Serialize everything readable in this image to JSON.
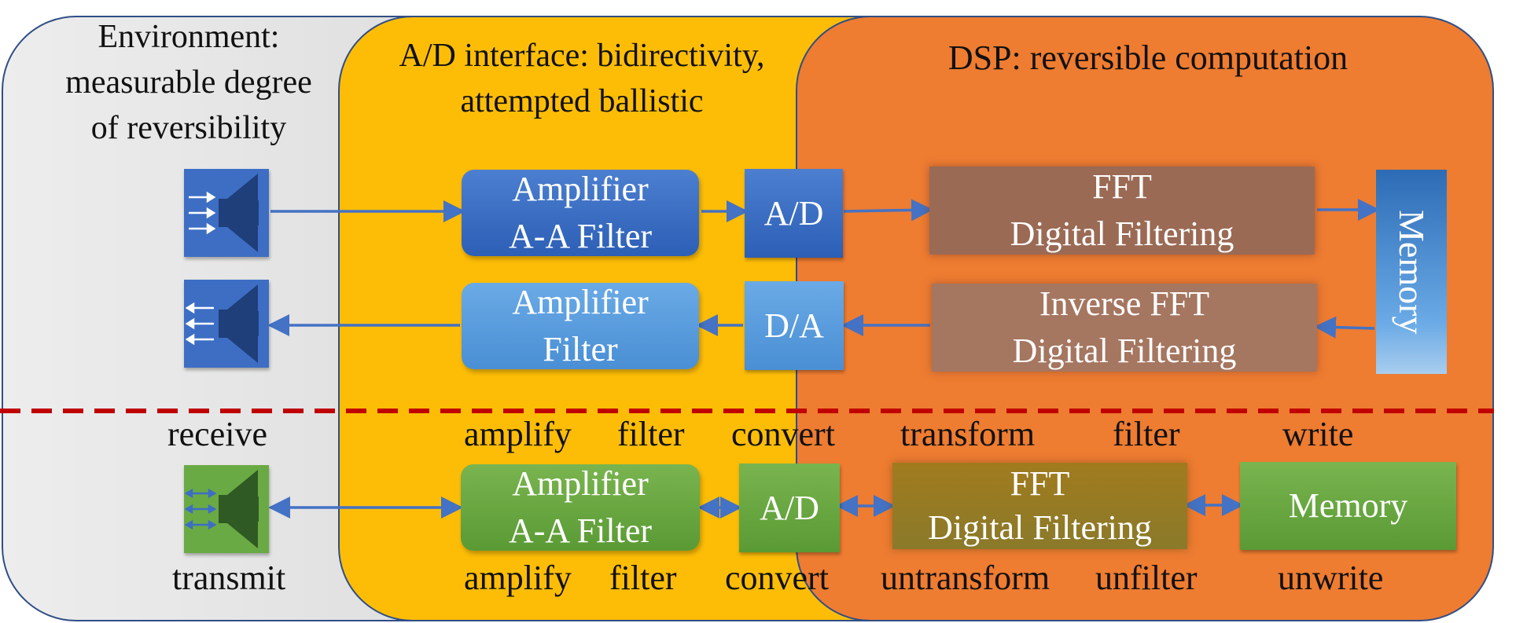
{
  "regions": {
    "environment": "Environment: measurable degree of reversibility",
    "environment_lines": [
      "Environment:",
      "measurable degree",
      "of reversibility"
    ],
    "ad_interface_lines": [
      "A/D interface: bidirectivity,",
      "attempted ballistic"
    ],
    "dsp_title": "DSP: reversible computation"
  },
  "top_chain": {
    "amp_filter": [
      "Amplifier",
      "A-A Filter"
    ],
    "ad": "A/D",
    "fft": [
      "FFT",
      "Digital Filtering"
    ],
    "memory": "Memory",
    "amp_out": [
      "Amplifier",
      "Filter"
    ],
    "da": "D/A",
    "ifft": [
      "Inverse FFT",
      "Digital Filtering"
    ]
  },
  "bottom_chain": {
    "amp_filter": [
      "Amplifier",
      "A-A Filter"
    ],
    "ad": "A/D",
    "fft": [
      "FFT",
      "Digital Filtering"
    ],
    "memory": "Memory"
  },
  "operations_forward": [
    "receive",
    "amplify",
    "filter",
    "convert",
    "transform",
    "filter",
    "write"
  ],
  "operations_reverse": [
    "transmit",
    "amplify",
    "filter",
    "convert",
    "untransform",
    "unfilter",
    "unwrite"
  ],
  "colors": {
    "arrow": "#4472c4",
    "divider": "#c00000",
    "environment": "#d9d9d9",
    "ad_interface": "#fdbd07",
    "dsp": "#ee7c31"
  },
  "icons": [
    "receiver-speaker-icon",
    "transmitter-speaker-icon",
    "bidirectional-speaker-icon"
  ]
}
